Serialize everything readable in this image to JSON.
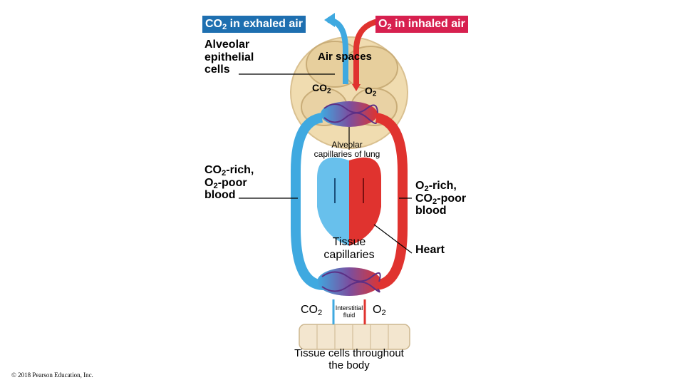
{
  "banners": {
    "exhaled_main": "CO",
    "exhaled_sub": "2",
    "exhaled_rest": " in exhaled air",
    "inhaled_main": "O",
    "inhaled_sub": "2",
    "inhaled_rest": " in inhaled air"
  },
  "labels": {
    "alveolar_epithelial": "Alveolar epithelial cells",
    "air_spaces": "Air spaces",
    "co2_upper": "CO",
    "co2_upper_sub": "2",
    "o2_upper": "O",
    "o2_upper_sub": "2",
    "alveolar_capillaries": "Alveolar capillaries of lung",
    "co2_rich_a": "CO",
    "co2_rich_a_sub": "2",
    "co2_rich_a_rest": "-rich,",
    "co2_rich_b": "O",
    "co2_rich_b_sub": "2",
    "co2_rich_b_rest": "-poor",
    "co2_rich_c": "blood",
    "o2_rich_a": "O",
    "o2_rich_a_sub": "2",
    "o2_rich_a_rest": "-rich,",
    "o2_rich_b": "CO",
    "o2_rich_b_sub": "2",
    "o2_rich_b_rest": "-poor",
    "o2_rich_c": "blood",
    "heart": "Heart",
    "tissue_capillaries": "Tissue capillaries",
    "co2_lower": "CO",
    "co2_lower_sub": "2",
    "o2_lower": "O",
    "o2_lower_sub": "2",
    "interstitial_fluid": "Interstitial fluid",
    "tissue_cells": "Tissue cells throughout the body",
    "copyright": "© 2018 Pearson Education, Inc."
  },
  "colors": {
    "co2_banner": "#1e6fb0",
    "o2_banner": "#d7204f",
    "blue_vessel": "#3fa9e0",
    "red_vessel": "#e0332f",
    "capillary": "#7a4fa0",
    "alveolus": "#f0dcb0",
    "tissue": "#f3e6cf"
  }
}
